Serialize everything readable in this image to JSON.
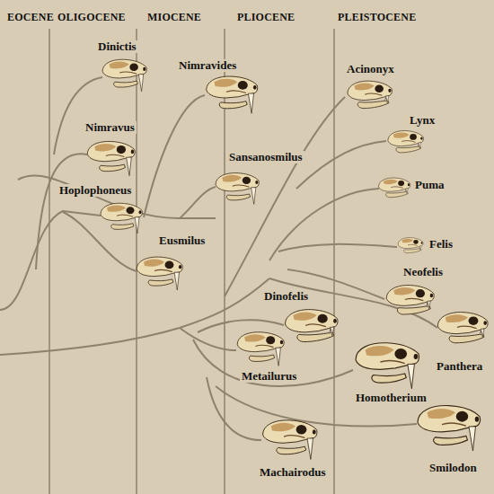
{
  "diagram": {
    "labels": [
      "EOCENE",
      "OLIGOCENE",
      "MIOCENE",
      "PLIOCENE",
      "PLEISTOCENE",
      "Dinictis",
      "Nimravides",
      "Acinonyx",
      "Lynx",
      "Nimravus",
      "Sansanosmilus",
      "Puma",
      "Hoplophoneus",
      "Felis",
      "Eusmilus",
      "Neofelis",
      "Dinofelis",
      "Panthera",
      "Metailurus",
      "Homotherium",
      "Smilodon",
      "Machairodus"
    ]
  }
}
